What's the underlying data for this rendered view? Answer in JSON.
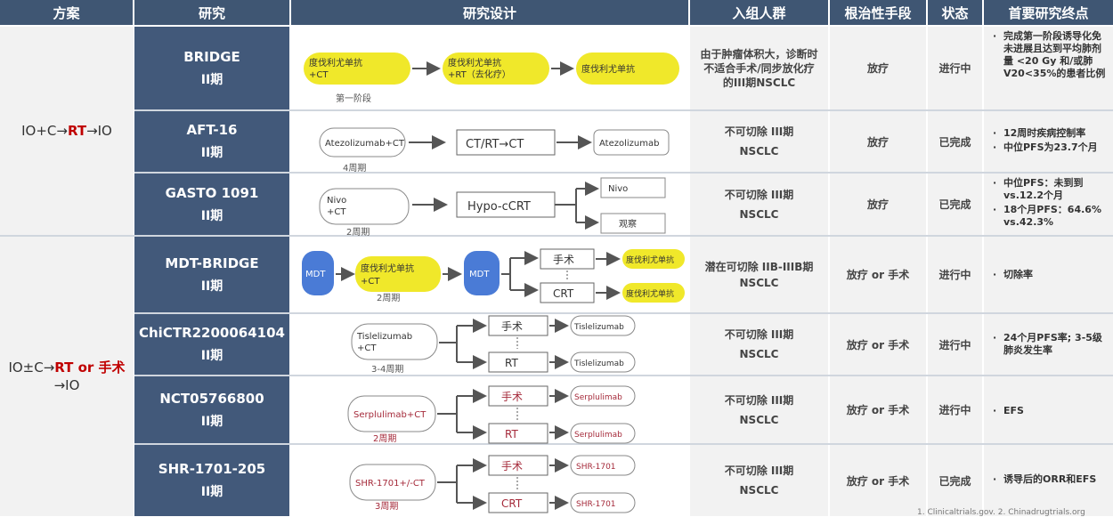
{
  "headers": {
    "scheme": "方案",
    "study": "研究",
    "design": "研究设计",
    "population": "入组人群",
    "radical": "根治性手段",
    "status": "状态",
    "endpoint": "首要研究终点"
  },
  "schemes": [
    {
      "pre": "IO+C→",
      "hl": "RT",
      "post": "→IO",
      "post2": ""
    },
    {
      "pre": "IO±C→",
      "hl": "RT or 手术",
      "post": "",
      "post2": "→IO"
    }
  ],
  "rows": [
    {
      "name": "BRIDGE",
      "phase": "II期",
      "population": "由于肿瘤体积大，诊断时不适合手术/同步放化疗的III期NSCLC",
      "radical": "放疗",
      "status": "进行中",
      "endpoints": [
        "完成第一阶段诱导化免未进展且达到平均肺剂量 <20 Gy 和/或肺 V20<35%的患者比例"
      ],
      "design": {
        "b1": "度伐利尤单抗",
        "b1b": "+CT",
        "b2": "度伐利尤单抗",
        "b2b": "+RT（去化疗）",
        "b3": "度伐利尤单抗",
        "note": "第一阶段"
      }
    },
    {
      "name": "AFT-16",
      "phase": "II期",
      "population": "不可切除 III期NSCLC",
      "radical": "放疗",
      "status": "已完成",
      "endpoints": [
        "12周时疾病控制率",
        "中位PFS为23.7个月"
      ],
      "design": {
        "b1": "Atezolizumab+CT",
        "b2": "CT/RT→CT",
        "b3": "Atezolizumab",
        "note": "4周期"
      }
    },
    {
      "name": "GASTO 1091",
      "phase": "II期",
      "population": "不可切除 III期NSCLC",
      "radical": "放疗",
      "status": "已完成",
      "endpoints": [
        "中位PFS：未到到vs.12.2个月",
        "18个月PFS：64.6% vs.42.3%"
      ],
      "design": {
        "b1": "Nivo",
        "b1b": "+CT",
        "b2": "Hypo-cCRT",
        "b3": "Nivo",
        "b4": "观察",
        "note": "2周期"
      }
    },
    {
      "name": "MDT-BRIDGE",
      "phase": "II期",
      "population": "潜在可切除 IIB-IIIB期NSCLC",
      "radical": "放疗 or 手术",
      "status": "进行中",
      "endpoints": [
        "切除率"
      ],
      "design": {
        "m1": "MDT",
        "b1": "度伐利尤单抗",
        "b1b": "+CT",
        "m2": "MDT",
        "b2": "手术",
        "b3": "CRT",
        "b4": "度伐利尤单抗",
        "b5": "度伐利尤单抗",
        "note": "2周期"
      }
    },
    {
      "name": "ChiCTR2200064104",
      "phase": "II期",
      "population": "不可切除 III期NSCLC",
      "radical": "放疗 or 手术",
      "status": "进行中",
      "endpoints": [
        "24个月PFS率; 3-5级肺炎发生率"
      ],
      "design": {
        "b1": "Tislelizumab",
        "b1b": "+CT",
        "b2": "手术",
        "b3": "RT",
        "b4": "Tislelizumab",
        "b5": "Tislelizumab",
        "note": "3-4周期"
      }
    },
    {
      "name": "NCT05766800",
      "phase": "II期",
      "population": "不可切除 III期NSCLC",
      "radical": "放疗 or 手术",
      "status": "进行中",
      "endpoints": [
        "EFS"
      ],
      "design": {
        "b1": "Serplulimab+CT",
        "b2": "手术",
        "b3": "RT",
        "b4": "Serplulimab",
        "b5": "Serplulimab",
        "note": "2周期"
      }
    },
    {
      "name": "SHR-1701-205",
      "phase": "II期",
      "population": "不可切除 III期NSCLC",
      "radical": "放疗 or 手术",
      "status": "已完成",
      "endpoints": [
        "诱导后的ORR和EFS"
      ],
      "design": {
        "b1": "SHR-1701+/-CT",
        "b2": "手术",
        "b3": "CRT",
        "b4": "SHR-1701",
        "b5": "SHR-1701",
        "note": "3周期"
      }
    }
  ],
  "footnote": "1. Clinicaltrials.gov. 2. Chinadrugtrials.org"
}
